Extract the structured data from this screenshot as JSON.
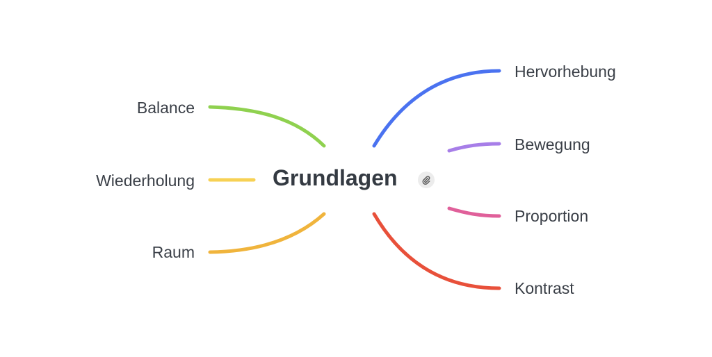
{
  "center": {
    "label": "Grundlagen",
    "attachment_icon": "paperclip-icon"
  },
  "branches": {
    "left": [
      {
        "label": "Balance",
        "color": "#8fd14f"
      },
      {
        "label": "Wiederholung",
        "color": "#f7d154"
      },
      {
        "label": "Raum",
        "color": "#f0b43c"
      }
    ],
    "right": [
      {
        "label": "Hervorhebung",
        "color": "#4a72f0"
      },
      {
        "label": "Bewegung",
        "color": "#a77ee8"
      },
      {
        "label": "Proportion",
        "color": "#e0609a"
      },
      {
        "label": "Kontrast",
        "color": "#e8503a"
      }
    ]
  }
}
